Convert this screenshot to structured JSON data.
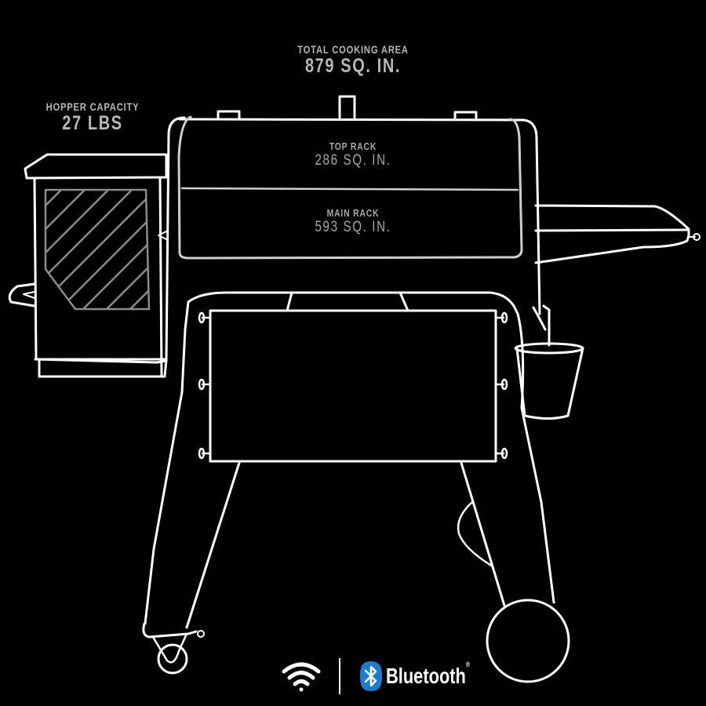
{
  "total_cooking_area": {
    "title": "TOTAL COOKING AREA",
    "value": "879 SQ. IN."
  },
  "hopper_capacity": {
    "title": "HOPPER CAPACITY",
    "value": "27 LBS"
  },
  "top_rack": {
    "title": "TOP RACK",
    "value": "286 SQ. IN."
  },
  "main_rack": {
    "title": "MAIN RACK",
    "value": "593 SQ. IN."
  },
  "connectivity": {
    "icons": [
      "wifi-icon",
      "bluetooth-icon"
    ],
    "bluetooth_label": "Bluetooth",
    "bluetooth_reg": "®",
    "bluetooth_color": "#1e7ccc"
  },
  "colors": {
    "background": "#000000",
    "line": "#ffffff",
    "label_text": "#b8b8b8",
    "hatch": "#8c8c8c"
  }
}
